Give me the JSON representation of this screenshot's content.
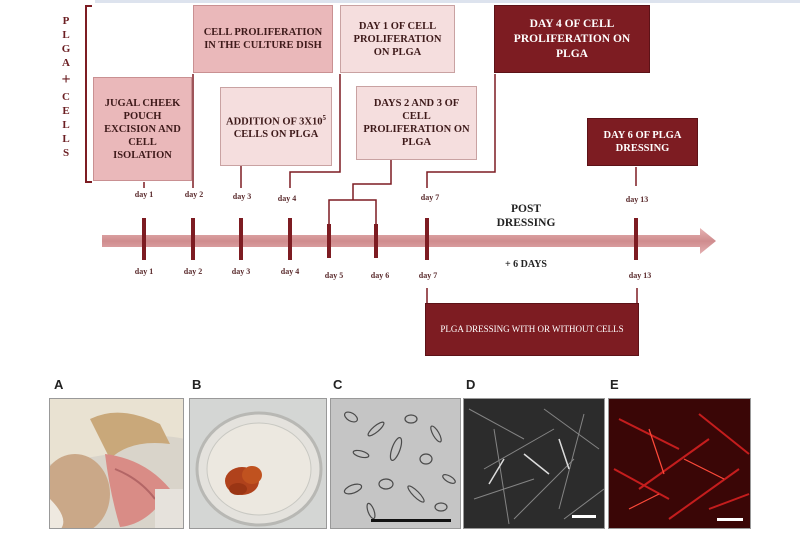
{
  "side_label": [
    "P",
    "L",
    "G",
    "A",
    "+",
    "C",
    "E",
    "L",
    "L",
    "S"
  ],
  "boxes": {
    "jugal": "JUGAL CHEEK POUCH EXCISION AND CELL ISOLATION",
    "proliferation_dish": "CELL PROLIFERATION IN THE CULTURE DISH",
    "addition": "ADDITION OF 3X10",
    "addition_sup": "5",
    "addition_rest": " CELLS ON PLGA",
    "day1_plga": "DAY 1 OF CELL PROLIFERATION ON PLGA",
    "days23": "DAYS 2 AND 3 OF CELL PROLIFERATION ON PLGA",
    "day4": "DAY 4 OF CELL PROLIFERATION ON PLGA",
    "day6": "DAY 6 OF PLGA DRESSING",
    "dressing": "PLGA DRESSING WITH OR WITHOUT CELLS"
  },
  "top_day_labels": [
    "day 1",
    "day 2",
    "day 3",
    "day 4",
    "day 7",
    "day 13"
  ],
  "bottom_day_labels": [
    "day 1",
    "day 2",
    "day 3",
    "day 4",
    "day 5",
    "day 6",
    "day 7",
    "day 13"
  ],
  "post_dressing": "POST DRESSING",
  "plus_days": "+ 6 DAYS",
  "panels": [
    "A",
    "B",
    "C",
    "D",
    "E"
  ],
  "colors": {
    "dark": "#7d1c22",
    "pink": "#eab8ba",
    "light": "#f5dede",
    "arrow": "#d99a9c"
  }
}
